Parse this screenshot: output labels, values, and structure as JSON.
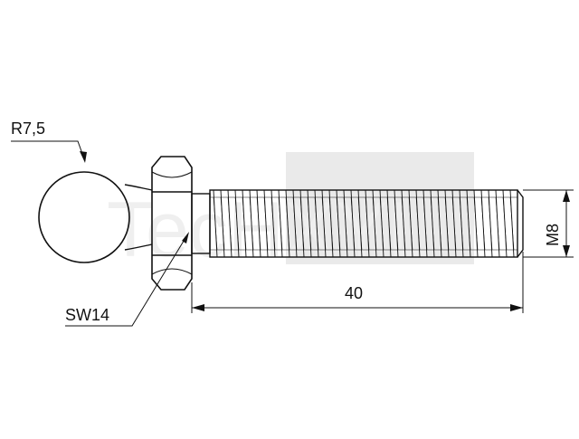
{
  "labels": {
    "radius": "R7,5",
    "wrench_size": "SW14",
    "length": "40",
    "thread": "M8"
  },
  "watermark": {
    "text": "TecHXYL"
  },
  "colors": {
    "line": "#111111",
    "watermark": "#d9d9d9",
    "background": "#ffffff"
  }
}
